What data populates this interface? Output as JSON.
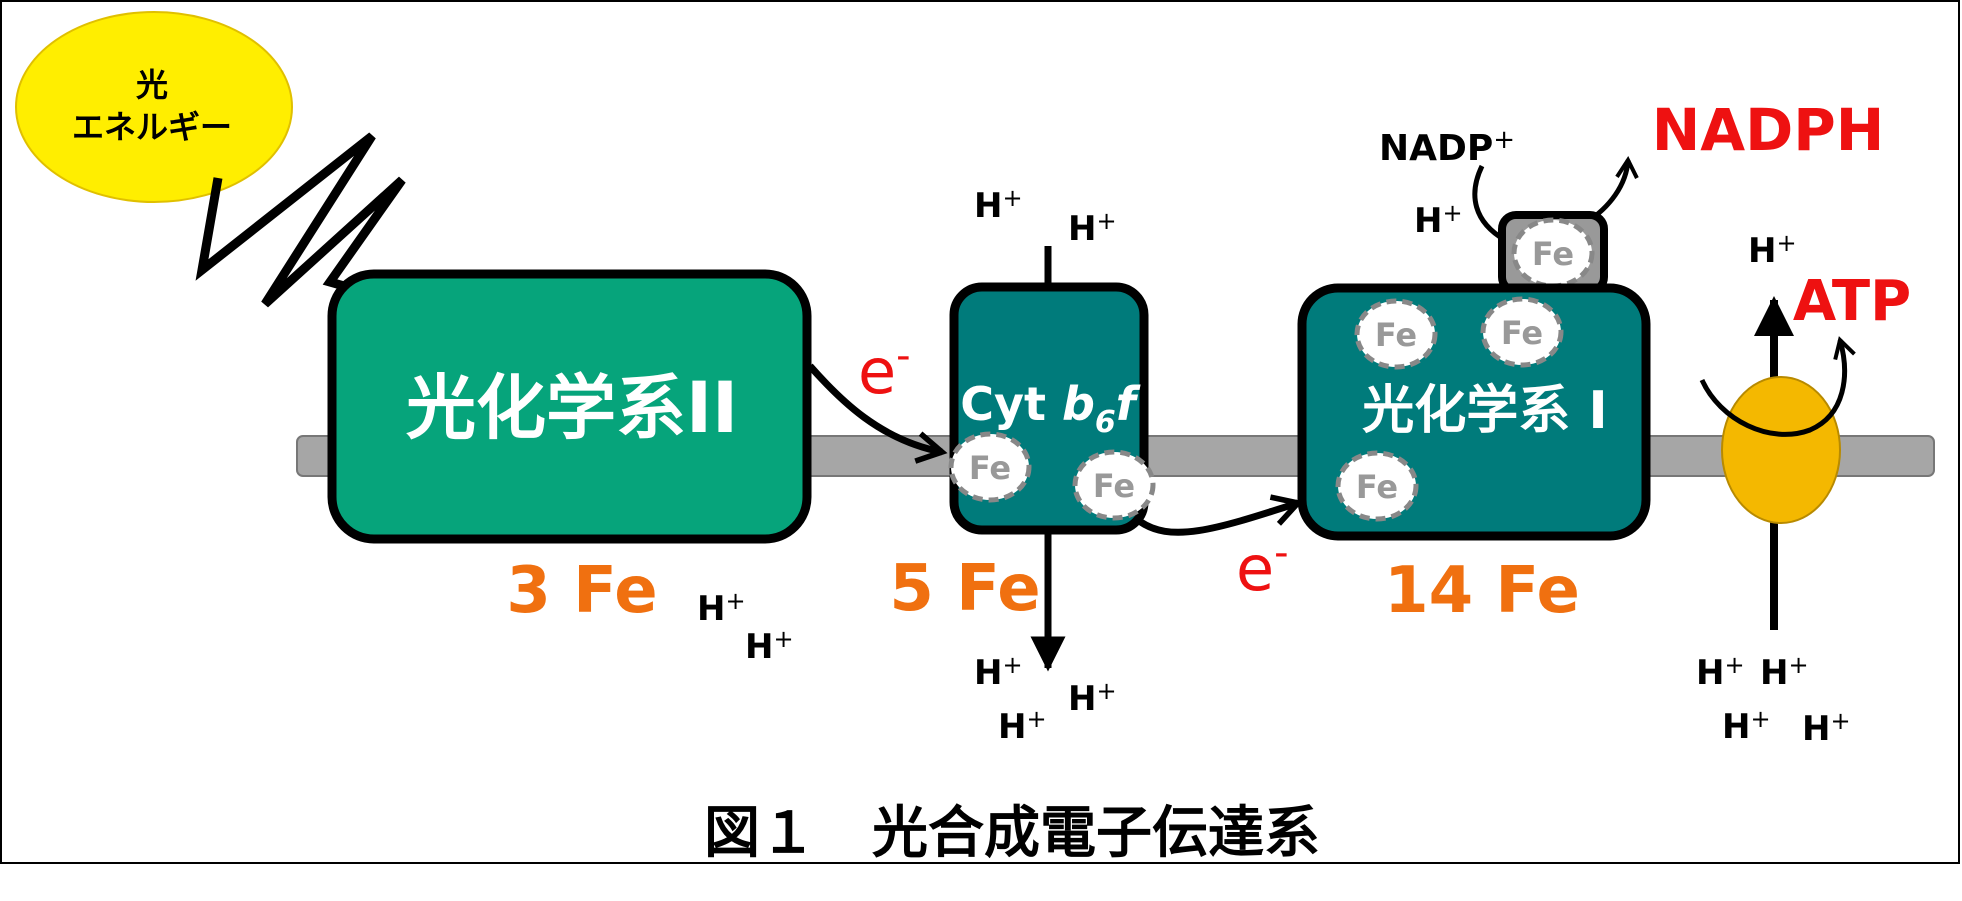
{
  "light": {
    "line1": "光",
    "line2": "エネルギー"
  },
  "psii": {
    "label": "光化学系II",
    "fe_count": "3 Fe"
  },
  "cyt": {
    "prefix": "Cyt ",
    "b": "b",
    "sub": "6",
    "f": "f",
    "fe_count": "5 Fe"
  },
  "psi": {
    "label": "光化学系 I",
    "fe_count": "14 Fe"
  },
  "fe_label": "Fe",
  "electron": {
    "e": "e",
    "sup": "-"
  },
  "proton": {
    "h": "H",
    "sup": "+"
  },
  "nadp": {
    "text": "NADP",
    "sup": "+"
  },
  "nadph": "NADPH",
  "atp": "ATP",
  "caption": "図１　光合成電子伝達系",
  "colors": {
    "psii_fill": "#06a47b",
    "cyt_psi_fill": "#007b7b",
    "fe_cluster_fill": "#999999",
    "membrane": "#a6a6a6",
    "sun_fill": "#ffee00",
    "atp_synthase": "#f4b800",
    "fe_count_text": "#f07010",
    "red_text": "#ee1111"
  }
}
